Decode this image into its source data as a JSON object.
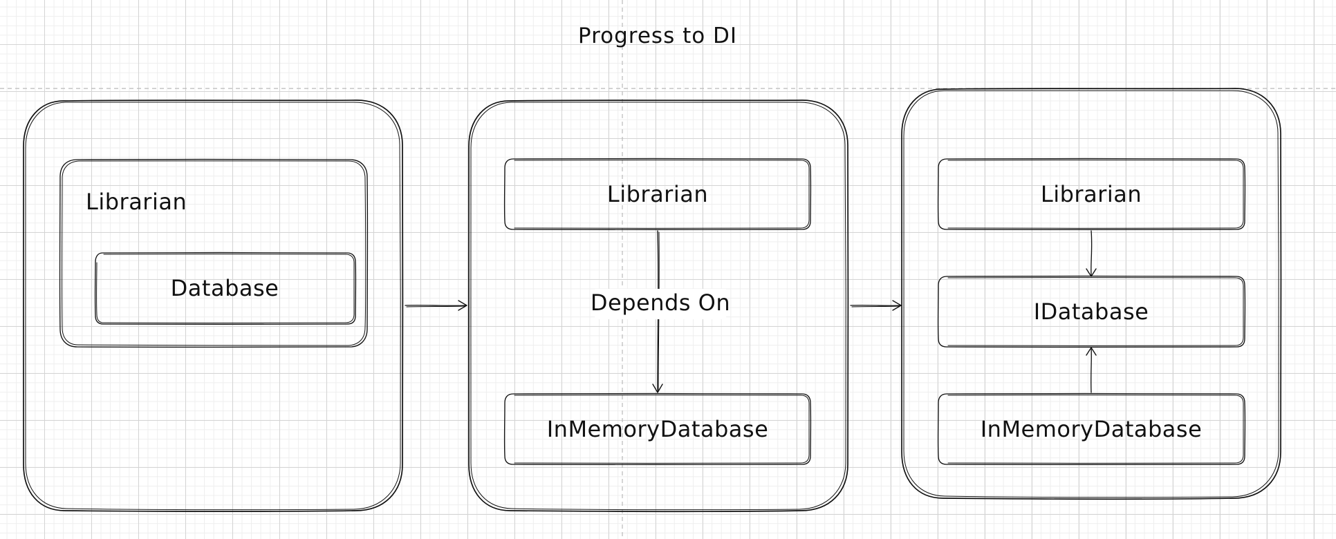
{
  "diagram": {
    "title": "Progress to DI",
    "panel_1": {
      "outer_label": "Librarian",
      "inner_label": "Database"
    },
    "panel_2": {
      "top_label": "Librarian",
      "edge_label": "Depends On",
      "bottom_label": "InMemoryDatabase"
    },
    "panel_3": {
      "top_label": "Librarian",
      "middle_label": "IDatabase",
      "bottom_label": "InMemoryDatabase"
    }
  }
}
